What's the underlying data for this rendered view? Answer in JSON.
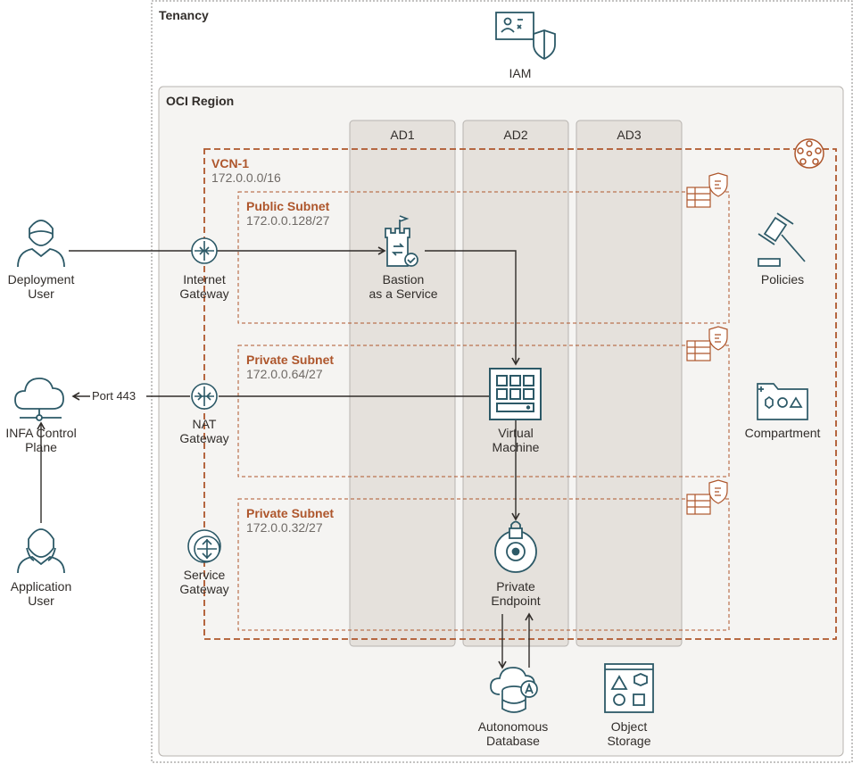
{
  "tenancy": {
    "label": "Tenancy"
  },
  "iam": {
    "label": "IAM"
  },
  "region": {
    "label": "OCI Region"
  },
  "availability_domains": [
    {
      "label": "AD1"
    },
    {
      "label": "AD2"
    },
    {
      "label": "AD3"
    }
  ],
  "vcn": {
    "label": "VCN-1",
    "cidr": "172.0.0.0/16"
  },
  "subnets": [
    {
      "label": "Public Subnet",
      "cidr": "172.0.0.128/27"
    },
    {
      "label": "Private Subnet",
      "cidr": "172.0.0.64/27"
    },
    {
      "label": "Private Subnet",
      "cidr": "172.0.0.32/27"
    }
  ],
  "external": {
    "deployment_user": {
      "line1": "Deployment",
      "line2": "User"
    },
    "infa_control_plane": {
      "line1": "INFA Control",
      "line2": "Plane"
    },
    "application_user": {
      "line1": "Application",
      "line2": "User"
    },
    "port_label": "Port 443"
  },
  "gateways": {
    "internet": {
      "line1": "Internet",
      "line2": "Gateway"
    },
    "nat": {
      "line1": "NAT",
      "line2": "Gateway"
    },
    "service": {
      "line1": "Service",
      "line2": "Gateway"
    }
  },
  "compute": {
    "bastion": {
      "line1": "Bastion",
      "line2": "as a Service"
    },
    "vm": {
      "line1": "Virtual",
      "line2": "Machine"
    },
    "private_endpoint": {
      "line1": "Private",
      "line2": "Endpoint"
    }
  },
  "services": {
    "policies": {
      "label": "Policies"
    },
    "compartment": {
      "label": "Compartment"
    },
    "autonomous_db": {
      "line1": "Autonomous",
      "line2": "Database"
    },
    "object_storage": {
      "line1": "Object",
      "line2": "Storage"
    }
  },
  "colors": {
    "orange": "#ae562c",
    "dark": "#312d2a",
    "teal": "#2c5967",
    "region_bg": "#f5f4f2",
    "ad_bg": "#e5e1dc"
  },
  "icons": [
    "iam-icon",
    "person-icon",
    "cloud-icon",
    "internet-gateway-icon",
    "nat-gateway-icon",
    "service-gateway-icon",
    "bastion-icon",
    "vm-icon",
    "private-endpoint-icon",
    "autonomous-db-icon",
    "object-storage-icon",
    "gavel-icon",
    "folder-icon",
    "security-list-icon",
    "vcn-icon"
  ]
}
